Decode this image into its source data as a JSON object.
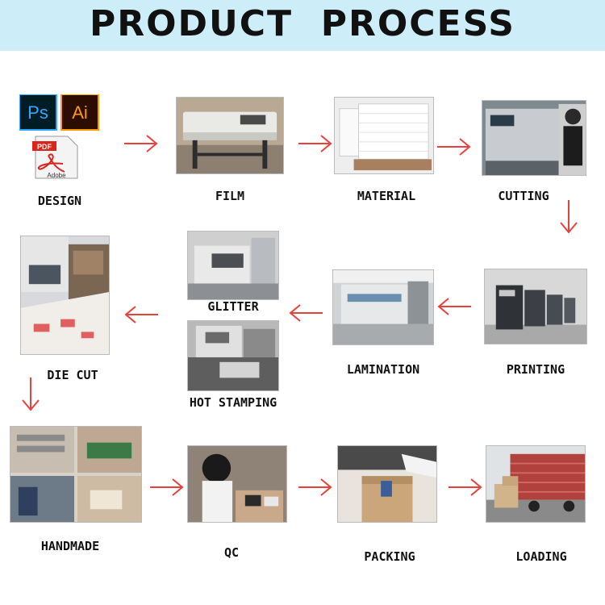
{
  "header": {
    "title": "PRODUCT  PROCESS"
  },
  "colors": {
    "banner": "#cdeef8",
    "arrow": "#e8413c",
    "label": "#111111"
  },
  "steps": [
    {
      "id": "design",
      "label": "DESIGN",
      "icon": "design-software-icons"
    },
    {
      "id": "film",
      "label": "FILM",
      "icon": "large-format-printer-photo"
    },
    {
      "id": "material",
      "label": "MATERIAL",
      "icon": "paper-stack-photo"
    },
    {
      "id": "cutting",
      "label": "CUTTING",
      "icon": "paper-cutter-photo"
    },
    {
      "id": "printing",
      "label": "PRINTING",
      "icon": "offset-press-photo"
    },
    {
      "id": "lamination",
      "label": "LAMINATION",
      "icon": "laminator-photo"
    },
    {
      "id": "glitter",
      "label": "GLITTER",
      "icon": "glitter-machine-photo"
    },
    {
      "id": "hot_stamping",
      "label": "HOT STAMPING",
      "icon": "hot-stamping-photo"
    },
    {
      "id": "die_cut",
      "label": "DIE CUT",
      "icon": "die-cut-machine-photo"
    },
    {
      "id": "handmade",
      "label": "HANDMADE",
      "icon": "handmade-collage-photo"
    },
    {
      "id": "qc",
      "label": "QC",
      "icon": "quality-check-photo"
    },
    {
      "id": "packing",
      "label": "PACKING",
      "icon": "packing-photo"
    },
    {
      "id": "loading",
      "label": "LOADING",
      "icon": "truck-loading-photo"
    }
  ],
  "design_icons": {
    "ps": "Ps",
    "ai": "Ai",
    "pdf": "PDF",
    "adobe": "Adobe"
  }
}
